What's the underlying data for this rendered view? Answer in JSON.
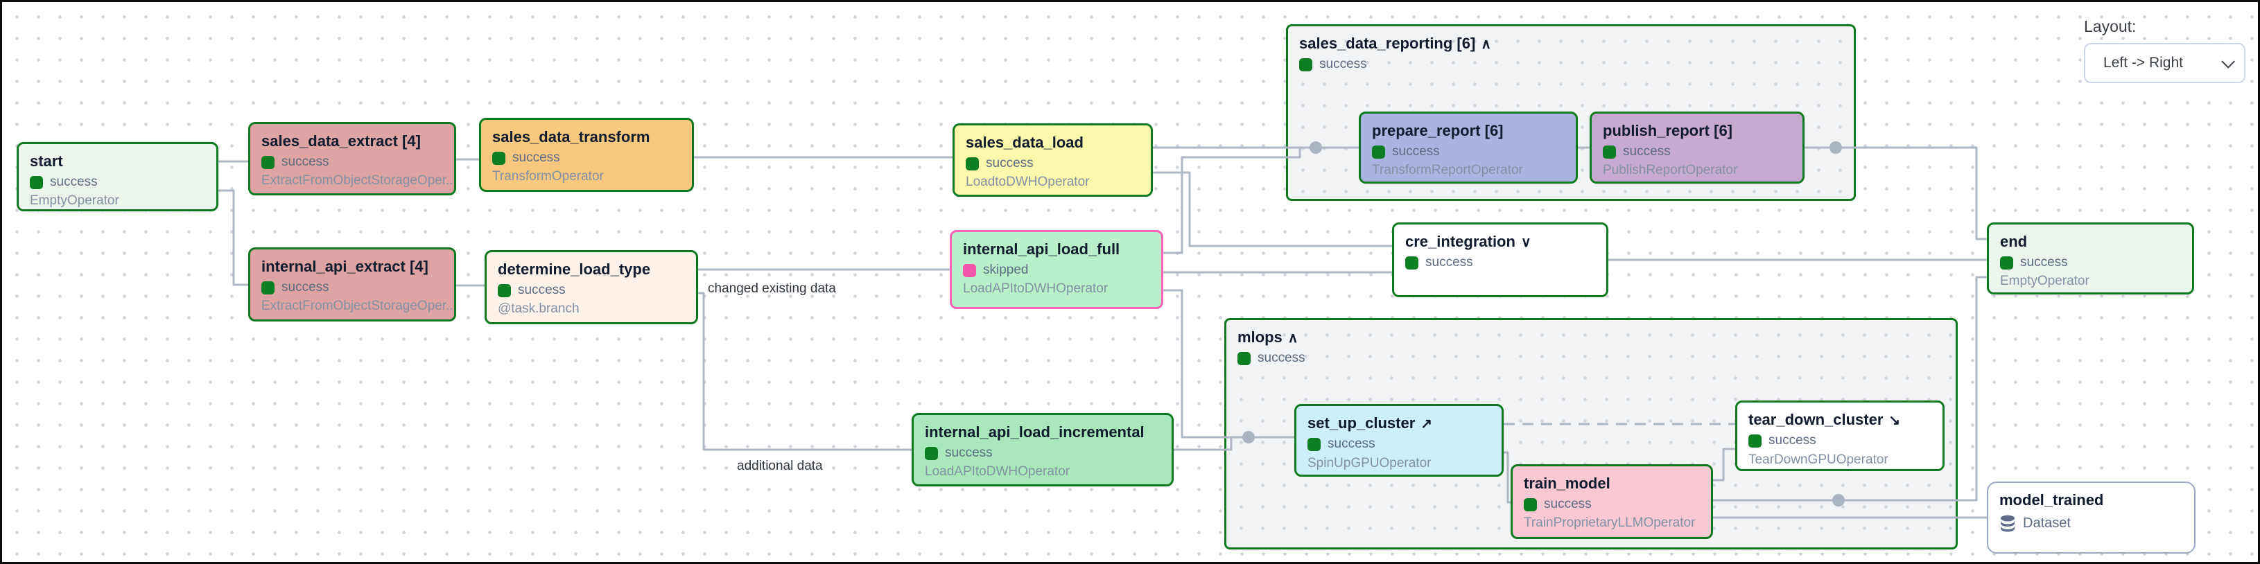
{
  "layout_control": {
    "label": "Layout:",
    "value": "Left -> Right"
  },
  "edge_labels": {
    "changed_existing_data": "changed existing data",
    "additional_data": "additional data"
  },
  "groups": {
    "sales_data_reporting": {
      "title": "sales_data_reporting [6]",
      "collapse_icon": "∧",
      "status": "success"
    },
    "mlops": {
      "title": "mlops",
      "collapse_icon": "∧",
      "status": "success"
    }
  },
  "nodes": {
    "start": {
      "title": "start",
      "status": "success",
      "operator": "EmptyOperator"
    },
    "sales_data_extract": {
      "title": "sales_data_extract [4]",
      "status": "success",
      "operator": "ExtractFromObjectStorageOper..."
    },
    "sales_data_transform": {
      "title": "sales_data_transform",
      "status": "success",
      "operator": "TransformOperator"
    },
    "internal_api_extract": {
      "title": "internal_api_extract [4]",
      "status": "success",
      "operator": "ExtractFromObjectStorageOper..."
    },
    "determine_load_type": {
      "title": "determine_load_type",
      "status": "success",
      "operator": "@task.branch"
    },
    "sales_data_load": {
      "title": "sales_data_load",
      "status": "success",
      "operator": "LoadtoDWHOperator"
    },
    "internal_api_load_full": {
      "title": "internal_api_load_full",
      "status": "skipped",
      "operator": "LoadAPItoDWHOperator"
    },
    "internal_api_load_incremental": {
      "title": "internal_api_load_incremental",
      "status": "success",
      "operator": "LoadAPItoDWHOperator"
    },
    "prepare_report": {
      "title": "prepare_report [6]",
      "status": "success",
      "operator": "TransformReportOperator"
    },
    "publish_report": {
      "title": "publish_report [6]",
      "status": "success",
      "operator": "PublishReportOperator"
    },
    "cre_integration": {
      "title": "cre_integration",
      "collapse_icon": "∨",
      "status": "success"
    },
    "set_up_cluster": {
      "title": "set_up_cluster",
      "suffix_icon": "↗",
      "status": "success",
      "operator": "SpinUpGPUOperator"
    },
    "train_model": {
      "title": "train_model",
      "status": "success",
      "operator": "TrainProprietaryLLMOperator"
    },
    "tear_down_cluster": {
      "title": "tear_down_cluster",
      "suffix_icon": "↘",
      "status": "success",
      "operator": "TearDownGPUOperator"
    },
    "end": {
      "title": "end",
      "status": "success",
      "operator": "EmptyOperator"
    }
  },
  "dataset_node": {
    "title": "model_trained",
    "type_label": "Dataset",
    "icon": "database-icon"
  },
  "colors": {
    "task_border_green": "#0d7a1f",
    "skipped_border_pink": "#fb64b8",
    "status_success": "#0d7e22",
    "status_skipped": "#f556ad",
    "edge_gray": "#aeb7c4",
    "dataset_border": "#9aa8c2"
  }
}
